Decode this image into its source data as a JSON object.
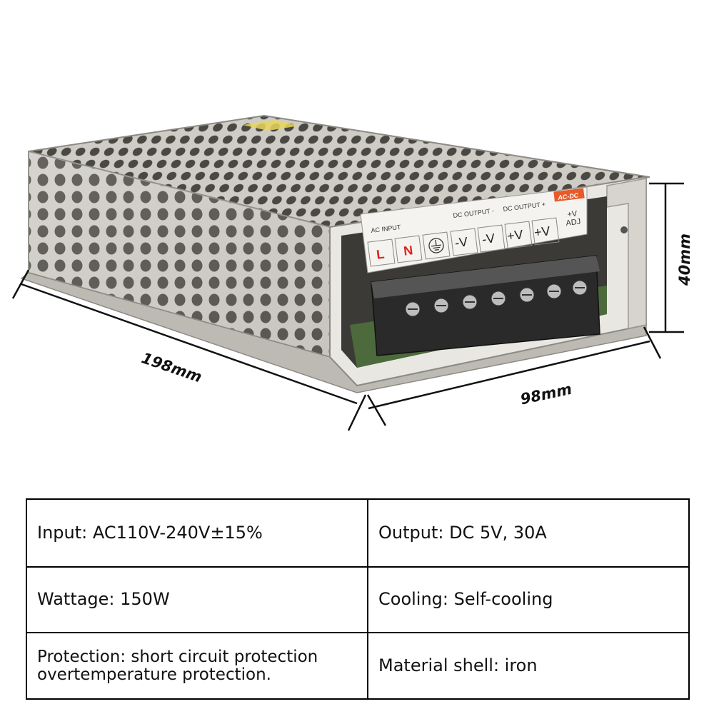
{
  "dimensions": {
    "length": "198mm",
    "width": "98mm",
    "height": "40mm"
  },
  "product_labels": {
    "ac_input": "AC INPUT",
    "dc_output_minus": "DC OUTPUT -",
    "dc_output_plus": "DC OUTPUT +",
    "badge": "AC-DC",
    "terminals": [
      "L",
      "N",
      "-V",
      "-V",
      "+V",
      "+V"
    ],
    "adj_top": "+V",
    "adj_bottom": "ADJ"
  },
  "specs": {
    "rows": [
      [
        "Input: AC110V-240V±15%",
        "Output: DC 5V, 30A"
      ],
      [
        "Wattage: 150W",
        "Cooling: Self-cooling"
      ],
      [
        "Protection: short circuit protection overtemperature protection.",
        "Material shell: iron"
      ]
    ]
  },
  "colors": {
    "shell": "#c9c6c0",
    "terminal_block": "#2a2a2a",
    "label_red": "#dd2222",
    "badge_bg": "#e85a2a"
  }
}
